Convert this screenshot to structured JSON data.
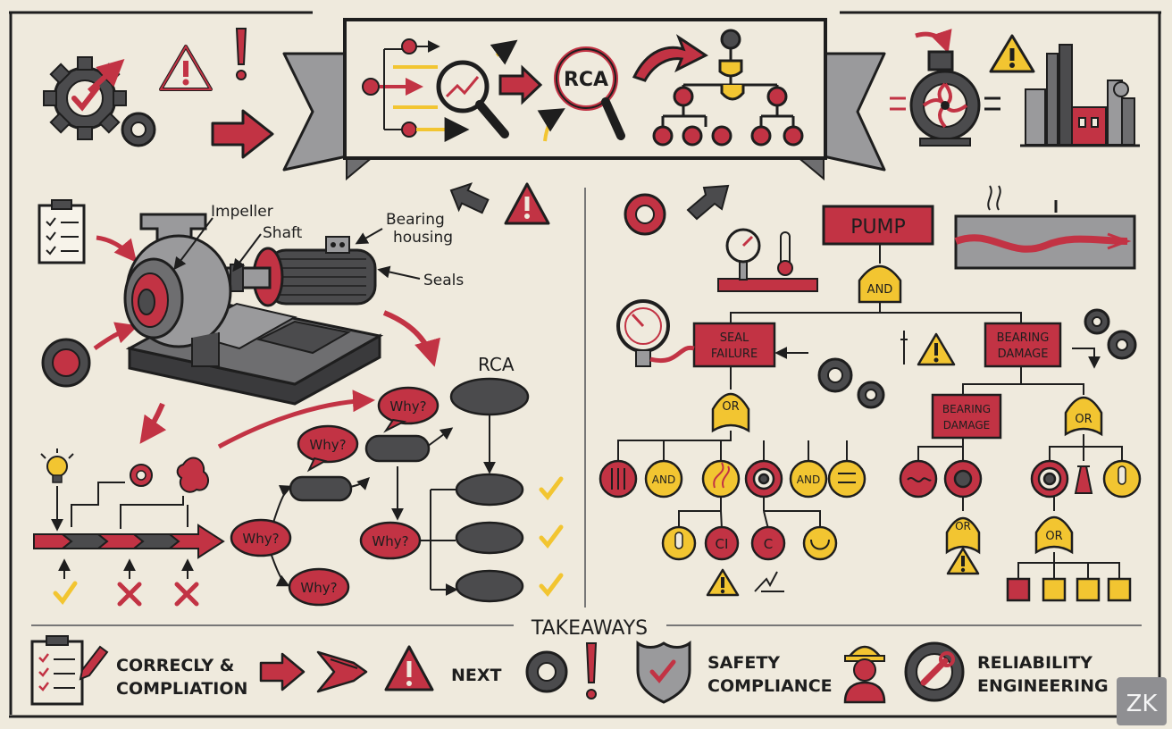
{
  "colors": {
    "red": "#c23344",
    "yellow": "#f2c531",
    "dark": "#4b4b4d",
    "ink": "#1e1e1e",
    "paper": "#efeadd",
    "ribbon": "#9a9a9c"
  },
  "banner": {
    "rca_label": "RCA"
  },
  "pump": {
    "impeller": "Impeller",
    "shaft": "Shaft",
    "bearing_housing_line1": "Bearing",
    "bearing_housing_line2": "housing",
    "seals": "Seals"
  },
  "why_flow": {
    "title": "RCA",
    "why1": "Why?",
    "why2": "Why?",
    "why3": "Why?",
    "why4": "Why?",
    "why5": "Why?"
  },
  "fault_tree": {
    "top": "PUMP",
    "top_gate": "AND",
    "seal_failure_line1": "SEAL",
    "seal_failure_line2": "FAILURE",
    "bearing_damage_line1": "BEARING",
    "bearing_damage_line2": "DAMAGE",
    "seal_gate": "OR",
    "sub_bearing_line1": "BEARING",
    "sub_bearing_line2": "DAMAGE",
    "right_gate": "OR",
    "and_a": "AND",
    "and_b": "AND",
    "ci": "CI",
    "c": "C",
    "lower_or_1": "OR",
    "lower_or_2": "OR"
  },
  "takeaways": {
    "title": "TAKEAWAYS",
    "item1_line1": "CORRECLY &",
    "item1_line2": "COMPLIATION",
    "next": "NEXT",
    "safety_line1": "SAFETY",
    "safety_line2": "COMPLIANCE",
    "reliability_line1": "RELIABILITY",
    "reliability_line2": "ENGINEERING"
  },
  "logo": "ZK",
  "icons": [
    "gear-icon",
    "warning-icon",
    "checklist-icon",
    "magnifier-icon",
    "fault-tree-icon",
    "pump-icon",
    "factory-icon",
    "gauge-icon",
    "thermometer-icon",
    "pipeline-icon",
    "shield-icon",
    "worker-icon",
    "lightbulb-icon",
    "check-icon",
    "cross-icon"
  ]
}
